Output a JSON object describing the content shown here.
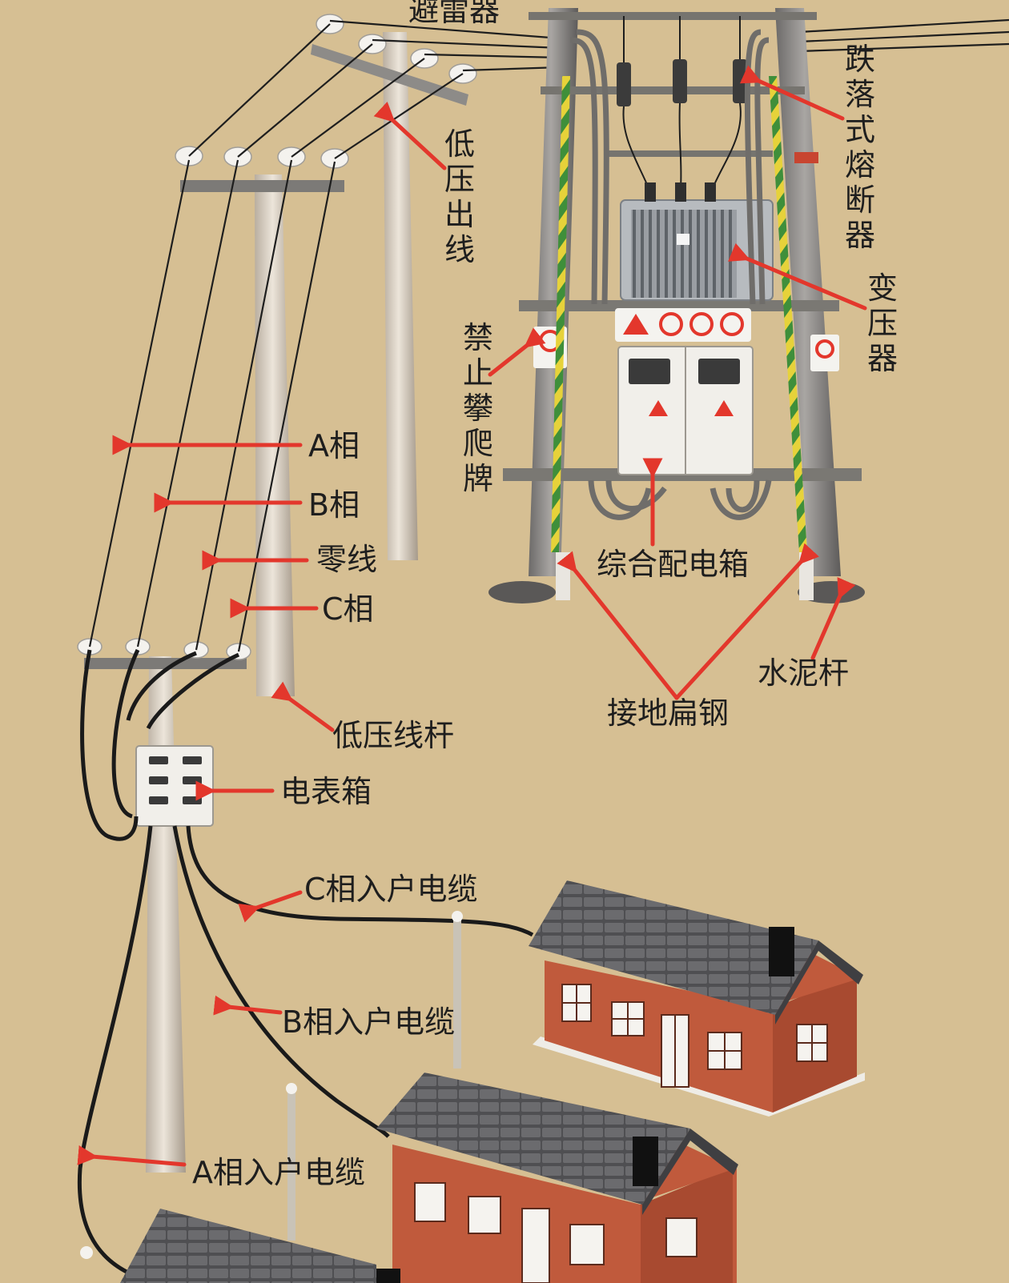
{
  "labels": {
    "lightning_arrester": "避雷器",
    "drop_out_fuse": "跌落式熔断器",
    "low_voltage_outlet": "低压出线",
    "transformer": "变压器",
    "no_climbing_sign": "禁止攀爬牌",
    "phase_a": "A相",
    "phase_b": "B相",
    "neutral_line": "零线",
    "phase_c": "C相",
    "distribution_box": "综合配电箱",
    "grounding_flat_steel": "接地扁钢",
    "concrete_pole": "水泥杆",
    "low_voltage_pole": "低压线杆",
    "meter_box": "电表箱",
    "phase_c_service_cable": "C相入户电缆",
    "phase_b_service_cable": "B相入户电缆",
    "phase_a_service_cable": "A相入户电缆"
  },
  "colors": {
    "background": "#d6bf93",
    "arrow": "#e3372c",
    "wall": "#c05a3c",
    "roof": "#4f4f52",
    "ground_stripe_yellow": "#e6d23a",
    "ground_stripe_green": "#3f8f3a"
  }
}
